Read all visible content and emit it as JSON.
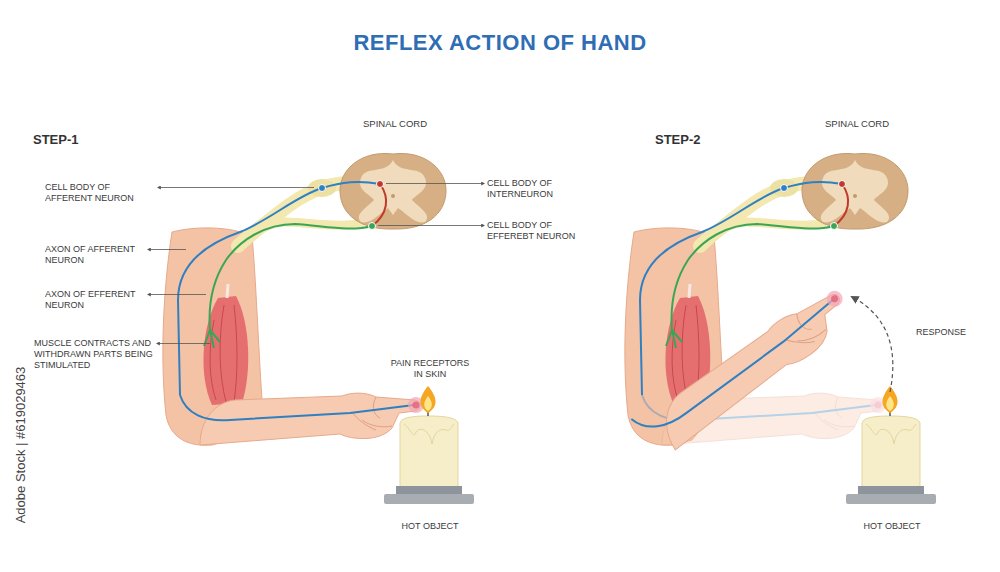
{
  "diagram": {
    "title": "REFLEX ACTION OF HAND",
    "labels": [
      "STEP-1",
      "SPINAL CORD",
      "CELL BODY OF AFFERENT NEURON",
      "CELL BODY OF INTERNEURON",
      "AXON OF AFFERENT NEURON",
      "CELL BODY OF EFFEREBT NEURON",
      "AXON OF EFFERENT NEURON",
      "MUSCLE CONTRACTS AND WITHDRAWN PARTS BEING STIMULATED",
      "PAIN RECEPTORS IN SKIN",
      "HOT OBJECT",
      "STEP-2",
      "SPINAL CORD",
      "RESPONSE",
      "HOT OBJECT",
      "Adobe Stock | #619029463"
    ]
  }
}
